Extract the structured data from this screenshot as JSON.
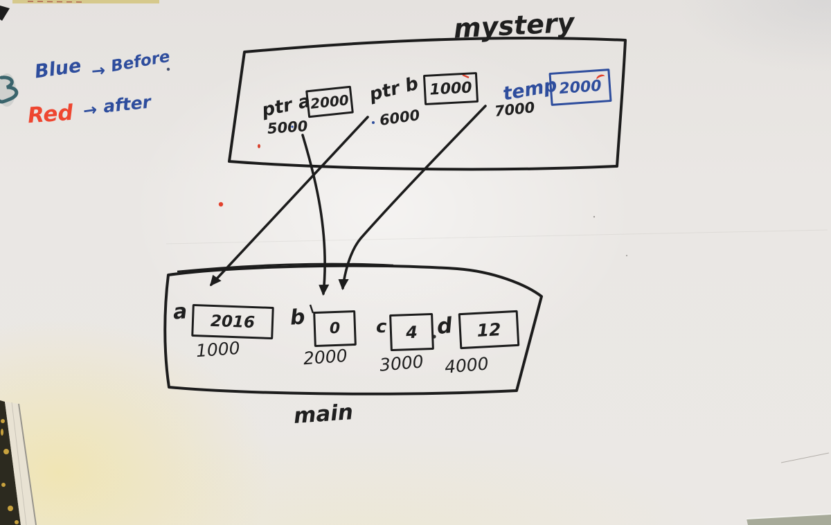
{
  "colors": {
    "marker_black": "#1c1c1c",
    "marker_blue": "#2e4d9d",
    "marker_red": "#ee4630"
  },
  "legend": {
    "blue": {
      "label": "Blue",
      "arrow": "→",
      "meaning": "Before"
    },
    "red": {
      "label": "Red",
      "arrow": "→",
      "meaning": "after"
    }
  },
  "mystery": {
    "title": "mystery",
    "cells": [
      {
        "name": "ptr a",
        "value": "2000",
        "address": "5000"
      },
      {
        "name": "ptr b",
        "value": "1000",
        "address": "6000"
      },
      {
        "name": "temp",
        "value": "2000",
        "address": "7000",
        "box_color": "#2e4d9d"
      }
    ]
  },
  "main": {
    "title": "main",
    "cells": [
      {
        "name": "a",
        "value": "2016",
        "address": "1000"
      },
      {
        "name": "b",
        "value": "0",
        "address": "2000"
      },
      {
        "name": "c",
        "value": "4",
        "address": "3000"
      },
      {
        "name": "d",
        "value": "12",
        "address": "4000"
      }
    ]
  },
  "arrows": [
    {
      "from": "ptr b (6000)",
      "to": "a (1000)"
    },
    {
      "from": "ptr a (5000)",
      "to": "b (2000)"
    },
    {
      "from": "temp (7000)",
      "to": "b (2000)"
    }
  ]
}
